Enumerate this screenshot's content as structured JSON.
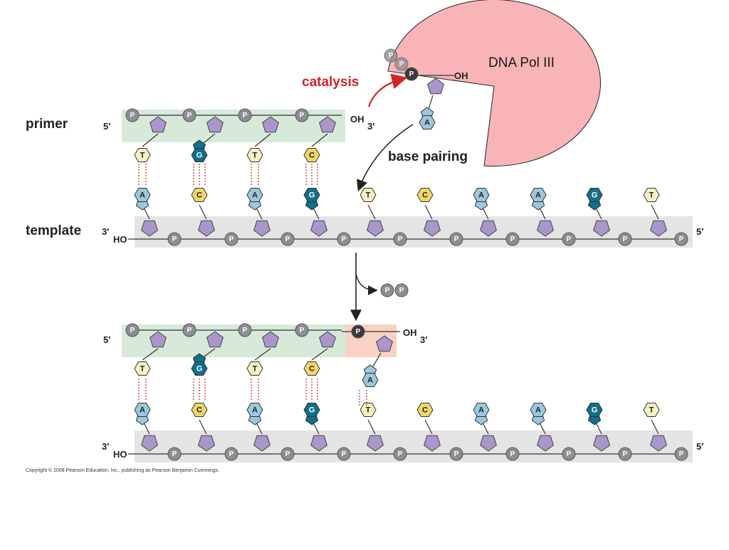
{
  "labels": {
    "primer": "primer",
    "template": "template",
    "catalysis": "catalysis",
    "base_pairing": "base pairing",
    "polymerase": "DNA Pol III",
    "five_prime": "5′",
    "three_prime": "3′",
    "oh": "OH",
    "ho": "HO",
    "phosphate": "P",
    "copyright": "Copyright © 2008 Pearson Education, Inc., publishing as Pearson Benjamin Cummings."
  },
  "top_panel": {
    "primer_bases": [
      "T",
      "G",
      "T",
      "C"
    ],
    "template_bases": [
      "A",
      "C",
      "A",
      "G",
      "T",
      "C",
      "A",
      "A",
      "G",
      "T"
    ],
    "incoming_nucleotide": "A"
  },
  "bottom_panel": {
    "primer_bases": [
      "T",
      "G",
      "T",
      "C",
      "A"
    ],
    "template_bases": [
      "A",
      "C",
      "A",
      "G",
      "T",
      "C",
      "A",
      "A",
      "G",
      "T"
    ]
  },
  "released_pyrophosphate": [
    "P",
    "P"
  ],
  "colors": {
    "A": "#9cc8de",
    "T": "#f6f0c2",
    "G": "#0f6f8c",
    "C": "#f0d66a",
    "sugar": "#a997cc",
    "phosphate": "#8a8f91",
    "phosphate_dark": "#3a3a3a",
    "primer_bg": "#d7ead9",
    "template_bg": "#e4e4e4",
    "new_nt_bg": "#f8d2c3",
    "polymerase": "#f8b4b6",
    "catalysis_arrow": "#d32424"
  }
}
